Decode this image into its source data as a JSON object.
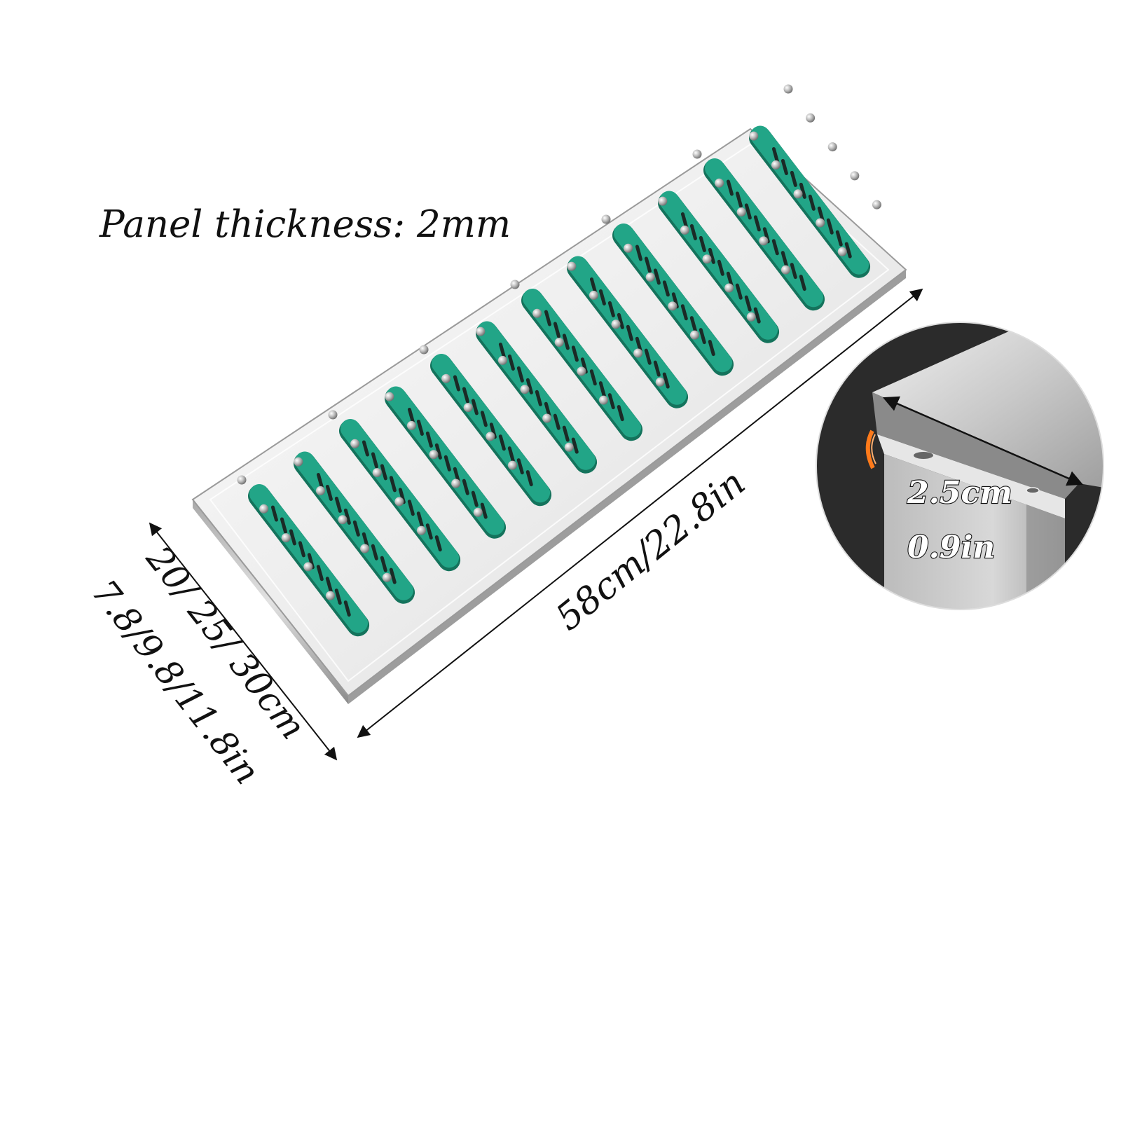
{
  "product": {
    "thickness_label": "Panel thickness: 2mm",
    "length_label": "58cm/22.8in",
    "width_label_cm": "20/ 25/ 30cm",
    "width_label_in": "7.8/9.8/11.8in",
    "detail_label_cm": "2.5cm",
    "detail_label_in": "0.9in",
    "slot_count": 12
  },
  "colors": {
    "accent": "#22a587",
    "accent_dark": "#14735c",
    "vent": "#1b2a26",
    "steel_light": "#f6f6f6",
    "steel_mid": "#c8c8c8",
    "steel_dark": "#8e8e8e",
    "inset_bg": "#2b2b2b"
  }
}
